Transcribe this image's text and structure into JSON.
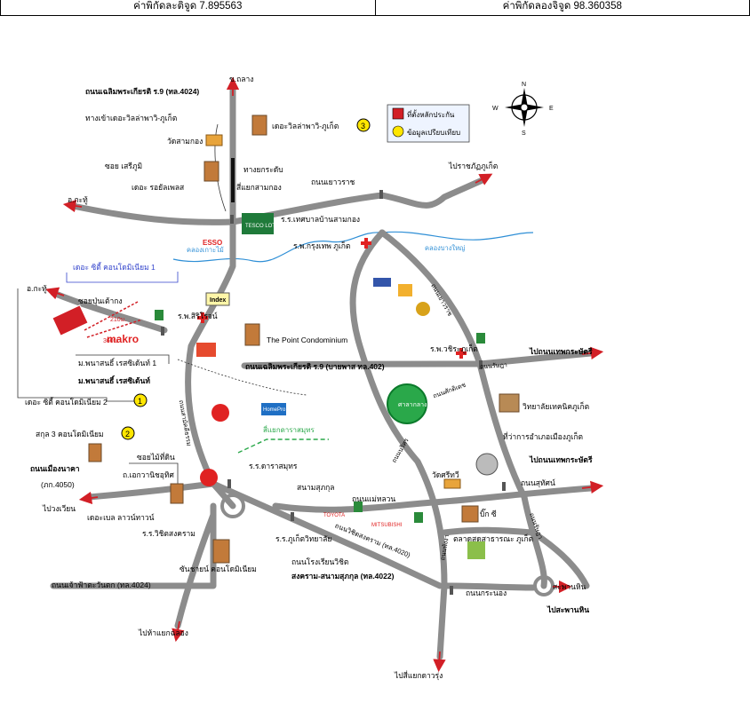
{
  "coords": {
    "latitude": "ค่าพิกัดละติจูด 7.895563",
    "longitude": "ค่าพิกัดลองจิจูด 98.360358"
  },
  "legend": {
    "location": "ที่ตั้งหลักประกัน",
    "landmark": "ข้อมูลเปรียบเทียบ"
  },
  "compass": {
    "n": "N",
    "s": "S",
    "e": "E",
    "w": "W"
  },
  "labels": {
    "road_chaloem_top": "ถนนเฉลิมพระเกียรติ ร.9  (ทล.4024)",
    "to_thalang": "ข.ถลาง",
    "entrance_villa": "ทางเข้าเดอะวิลล่าพาวิ-ภูเก็ต",
    "the_villa": "เดอะวิลล่าพาวิ-ภูเก็ต",
    "wat_samkong": "วัดสามกอง",
    "soi_sritrakul": "ซอย  เสรีภูมิ",
    "royal_place": "เดอะ รอยัลเพลส",
    "to_kathu": "อ.กะทู้",
    "overpass": "ทางยกระดับ",
    "samkong_junction": "สี่แยกสามกอง",
    "yaowarat_road": "ถนนเยาวราช",
    "to_rajabhat": "ไปราชภัฏภูเก็ต",
    "tesco": "TESCO LOTUS",
    "school_samkong": "ร.ร.เทศบาลบ้านสามกอง",
    "khlong_kho": "คลองเกาะไม้",
    "esso": "ESSO",
    "bangkok_hospital": "ร.พ.กรุงเทพ ภูเก็ต",
    "khlong_bangyai": "คลองบางใหญ่",
    "city_condo_1": "เดอะ ซิตี้ คอนโดมิเนียม 1",
    "to_kathu2": "อ.กะทู้",
    "soi_entrance": "ซอยปุ่นเต้ากง",
    "dist_210": "210ม.",
    "dist_360": "360ม.",
    "index": "Index",
    "sirirot": "ร.พ.สิริโรจน์",
    "makro": "makro",
    "point_condo": "The Point Condominium",
    "phanason_1": "ม.พนาสนธิ์ เรสซิเด้นท์ 1",
    "phanason_2": "ม.พนาสนธิ์ เรสซิเด้นท์",
    "chaloem_bypass": "ถนนเฉลิมพระเกียรติ ร.9 (บายพาส ทล.402)",
    "city_condo_2": "เดอะ ซิตี้ คอนโดมิเนียม 2",
    "num_1": "1",
    "homepro": "HomePro",
    "samakkhi_road": "ถนนสามัคคีธรรม",
    "samkong_hospital": "ร.พ.วชิระภูเก็ต",
    "to_thepkrasattri_1": "ไปถนนเทพกระษัตรี",
    "chanrot_road": "ถนนรัษฎา",
    "saphan_hin": "สะพานหิน",
    "sakdidet_road": "ถนนศักดิเดช",
    "city_hall": "ศาลากลาง",
    "phuket_high": "วิทยาลัยเทคนิคภูเก็ต",
    "district_office": "ที่ว่าการอำเภอเมืองภูเก็ต",
    "sakon_condo": "สกุล 3 คอนโดมิเนียม",
    "num_2": "2",
    "num_3": "3",
    "mueang_naka": "ถนนเมืองนาคา",
    "pk_4050": "(ภก.4050)",
    "soi_naitia": "ซอยไม้ที่ดิน",
    "ekkarat": "ถ.เอกวานิชอุทิศ",
    "sakhon_junction": "สี่แยกดาราสมุทร",
    "school_dara": "ร.ร.ดาราสมุทร",
    "sam_kong_town": "สนามสุภกุล",
    "thepkrasattri_2": "ไปถนนเทพกระษัตรี",
    "mae_luan": "ถนนแม่หลวน",
    "wat_chalong": "วัดศรีทวี",
    "ranong_road": "ถนนกระนอง",
    "bank_panya": "บิ๊ก ซี",
    "to_kanh": "ไปวงเวียน",
    "villa_town": "เดอะเบล ลาวน์ทาวน์",
    "wichit_school": "ร.ร.วิชิตสงคราม",
    "mitsubishi": "MITSUBISHI",
    "toyota": "TOYOTA",
    "market": "ตลาดสดสาธารณะ ภูเก็ต",
    "sutham_school": "ร.ร.ภูเก็ตวิทยาลัย",
    "wichit_road": "ถนนวิชิตสงคราม (ทล.4020)",
    "condo_sun": "ซันชายน์ คอนโดมิเนียม",
    "rong_wichit": "ถนนโรงเรียนวิชิต",
    "songkram_rd": "สงคราม-สนามสุภกุล (ทล.4022)",
    "narot_rd": "ถนนนริศร",
    "chao_fa_rd": "ถนนเจ้าฟ้าตะวันตก  (ทล.4024)",
    "to_chalong_junction": "ไปห้าแยกฉลอง",
    "to_dan": "ไปสี่แยกดาวรุ่ง",
    "to_saphanhin": "ไปสะพานหิน",
    "suthat_rd": "ถนนสุทัศน์",
    "phang_nga_rd": "ถนนพังงา",
    "krabi_rd": "ถนนรัษฎา",
    "thaiphanit": "ถนนเยาวราช"
  }
}
